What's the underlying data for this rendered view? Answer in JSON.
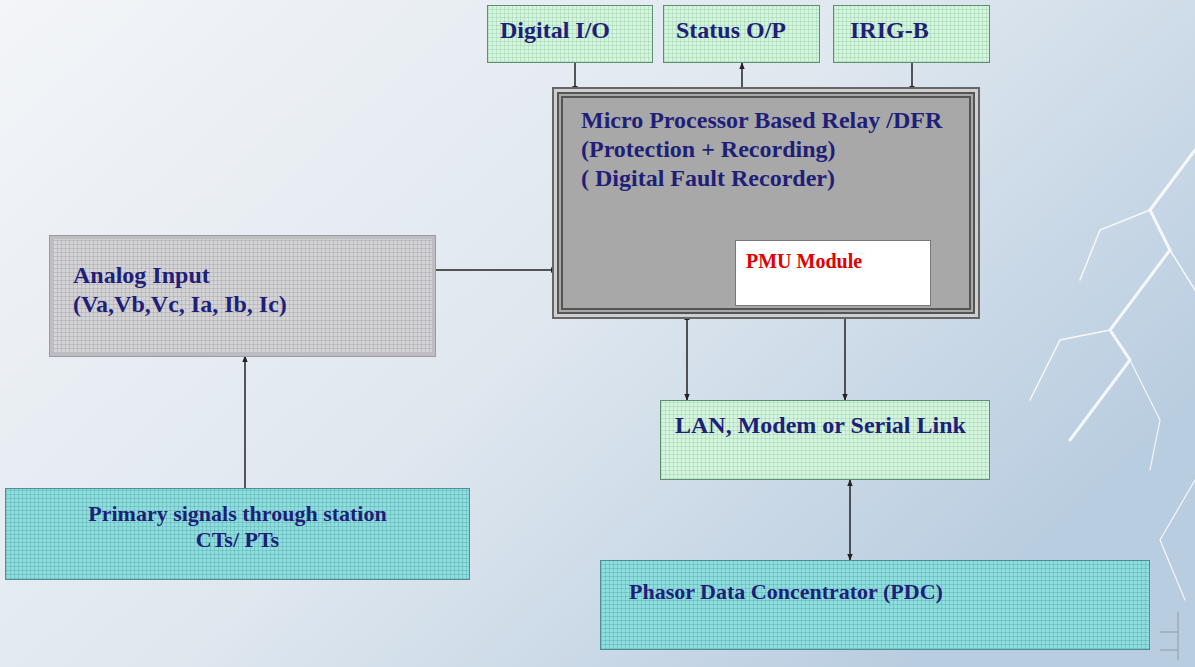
{
  "diagram": {
    "nodes": [
      {
        "text": [
          "Digital I/O"
        ]
      },
      {
        "text": [
          "Status O/P"
        ]
      },
      {
        "text": [
          "IRIG-B"
        ]
      },
      {
        "text": [
          "Analog Input",
          "(Va,Vb,Vc, Ia, Ib, Ic)"
        ]
      },
      {
        "text": [
          "Micro Processor Based Relay /DFR",
          "(Protection + Recording)",
          "( Digital Fault Recorder)"
        ]
      },
      {
        "text": [
          "PMU Module"
        ],
        "in": 4
      },
      {
        "text": [
          "Primary signals through station CTs/ PTs"
        ]
      },
      {
        "text": [
          "LAN, Modem or Serial Link"
        ]
      },
      {
        "text": [
          "Phasor Data Concentrator (PDC)"
        ]
      }
    ],
    "edges": [
      {
        "from": 0,
        "to": 4,
        "arrow": "to"
      },
      {
        "from": 4,
        "to": 1,
        "arrow": "to"
      },
      {
        "from": 2,
        "to": 4,
        "arrow": "to"
      },
      {
        "from": 3,
        "to": 4,
        "arrow": "to"
      },
      {
        "from": 6,
        "to": 3,
        "arrow": "to"
      },
      {
        "from": 4,
        "to": 7,
        "arrow": "both"
      },
      {
        "from": 5,
        "to": 7,
        "arrow": "both"
      },
      {
        "from": 7,
        "to": 8,
        "arrow": "both"
      }
    ]
  }
}
